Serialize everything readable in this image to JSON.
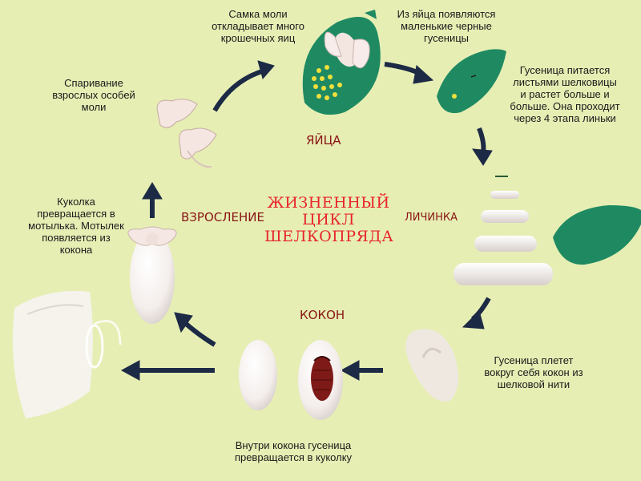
{
  "title": {
    "line1": "ЖИЗНЕННЫЙ",
    "line2": "ЦИКЛ",
    "line3": "ШЕЛКОПРЯДА"
  },
  "stages": {
    "eggs": "ЯЙЦА",
    "larva": "ЛИЧИНКА",
    "cocoon": "КОКОН",
    "adult": "ВЗРОСЛЕНИЕ"
  },
  "captions": {
    "female_lays_eggs": [
      "Самка моли",
      "откладывает много",
      "крошечных яиц"
    ],
    "black_caterpillars": [
      "Из яйца появляются",
      "маленькие черные",
      "гусеницы"
    ],
    "caterpillar_feeds": [
      "Гусеница питается",
      "листьями шелковицы",
      "и растет больше и",
      "больше. Она проходит",
      "через 4 этапа линьки"
    ],
    "spins_cocoon": [
      "Гусеница плетет",
      "вокруг себя кокон из",
      "шелковой нити"
    ],
    "pupa_inside": [
      "Внутри кокона гусеница",
      "превращается в куколку"
    ],
    "pupa_to_moth": [
      "Куколка",
      "превращается в",
      "мотылька. Мотылек",
      "появляется из",
      "кокона"
    ],
    "mating": [
      "Спаривание",
      "взрослых особей",
      "моли"
    ]
  },
  "colors": {
    "background": "#e6eeb4",
    "leaf": "#1f8a62",
    "egg": "#f1df3c",
    "stage_label": "#8a1515",
    "title": "#e8242c",
    "arrow": "#1d2a45",
    "cocoon": "#f7f3f1",
    "caterpillar": "#efe7e4"
  }
}
